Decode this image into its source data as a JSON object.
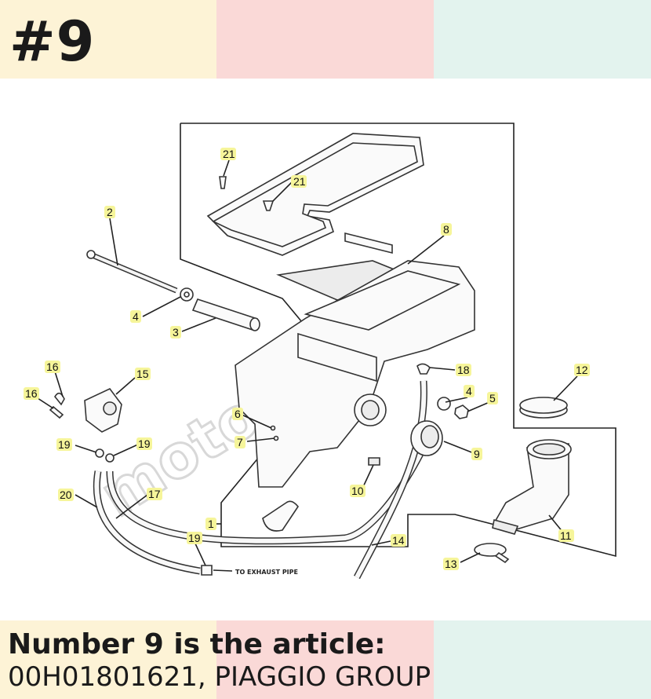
{
  "header": {
    "badge": "#9"
  },
  "diagram": {
    "watermark": "motomercia",
    "note_exhaust": "TO EXHAUST PIPE",
    "callouts": [
      "21",
      "21",
      "2",
      "8",
      "4",
      "3",
      "16",
      "15",
      "16",
      "18",
      "4",
      "5",
      "12",
      "6",
      "7",
      "19",
      "19",
      "9",
      "20",
      "17",
      "10",
      "1",
      "14",
      "11",
      "19",
      "13"
    ]
  },
  "footer": {
    "line1": "Number 9 is the article:",
    "line2": "00H01801621, PIAGGIO GROUP"
  },
  "colors": {
    "stripe_yellow": "#fdf3d6",
    "stripe_pink": "#fad9d7",
    "stripe_mint": "#e3f3ee",
    "callout_highlight": "#f6f59a"
  }
}
